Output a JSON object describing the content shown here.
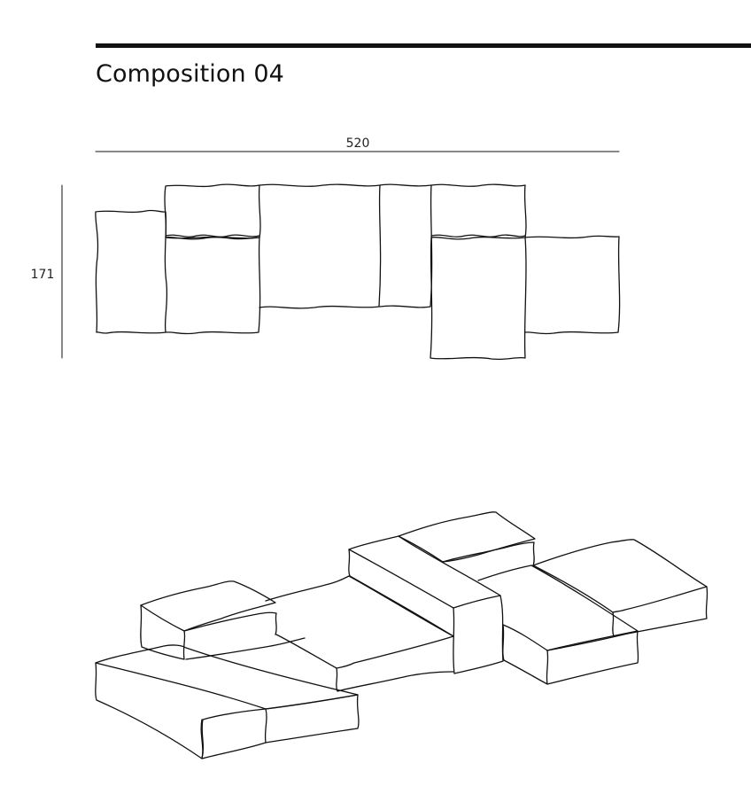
{
  "header": {
    "title": "Composition 04"
  },
  "dimensions": {
    "width_label": "520",
    "height_label": "171"
  },
  "colors": {
    "ink": "#111111",
    "background": "#ffffff"
  }
}
